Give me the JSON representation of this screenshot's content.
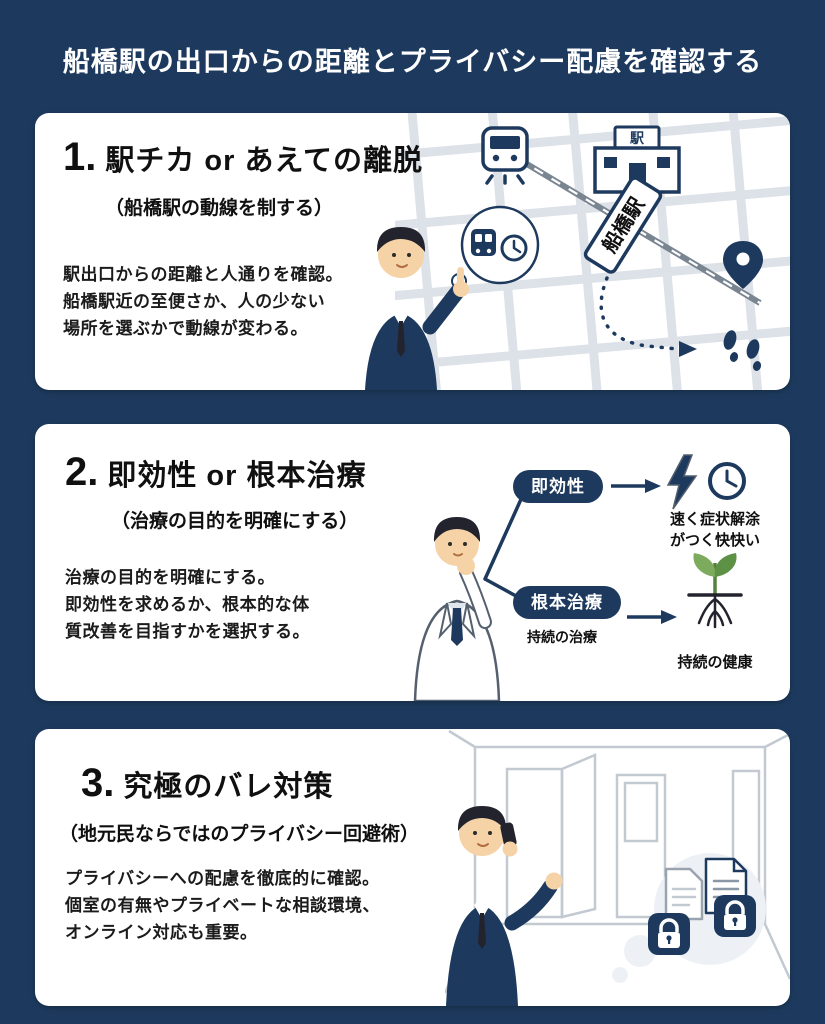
{
  "page": {
    "title": "船橋駅の出口からの距離とプライバシー配慮を確認する",
    "colors": {
      "background": "#1d3a5e",
      "card": "#ffffff",
      "accent": "#1d3a5e",
      "leaf_green": "#6fa354"
    }
  },
  "cards": [
    {
      "number": "1.",
      "title": "駅チカ or あえての離脱",
      "subtitle": "（船橋駅の動線を制する）",
      "body": "駅出口からの距離と人通りを確認。\n船橋駅近の至便さか、人の少ない\n場所を選ぶかで動線が変わる。",
      "map": {
        "station_short": "駅",
        "station_sign": "船橋駅"
      }
    },
    {
      "number": "2.",
      "title": "即効性 or 根本治療",
      "subtitle": "（治療の目的を明確にする）",
      "body": "治療の目的を明確にする。\n即効性を求めるか、根本的な体\n質改善を目指すかを選択する。",
      "branches": [
        {
          "label": "即効性",
          "caption": "速く症状解涂\nがつく快快い"
        },
        {
          "label": "根本治療",
          "caption": "持続の治療",
          "result": "持続の健康"
        }
      ]
    },
    {
      "number": "3.",
      "title": "究極のバレ対策",
      "subtitle": "（地元民ならではのプライバシー回避術）",
      "body": "プライバシーへの配慮を徹底的に確認。\n個室の有無やプライベートな相談環境、\nオンライン対応も重要。"
    }
  ]
}
